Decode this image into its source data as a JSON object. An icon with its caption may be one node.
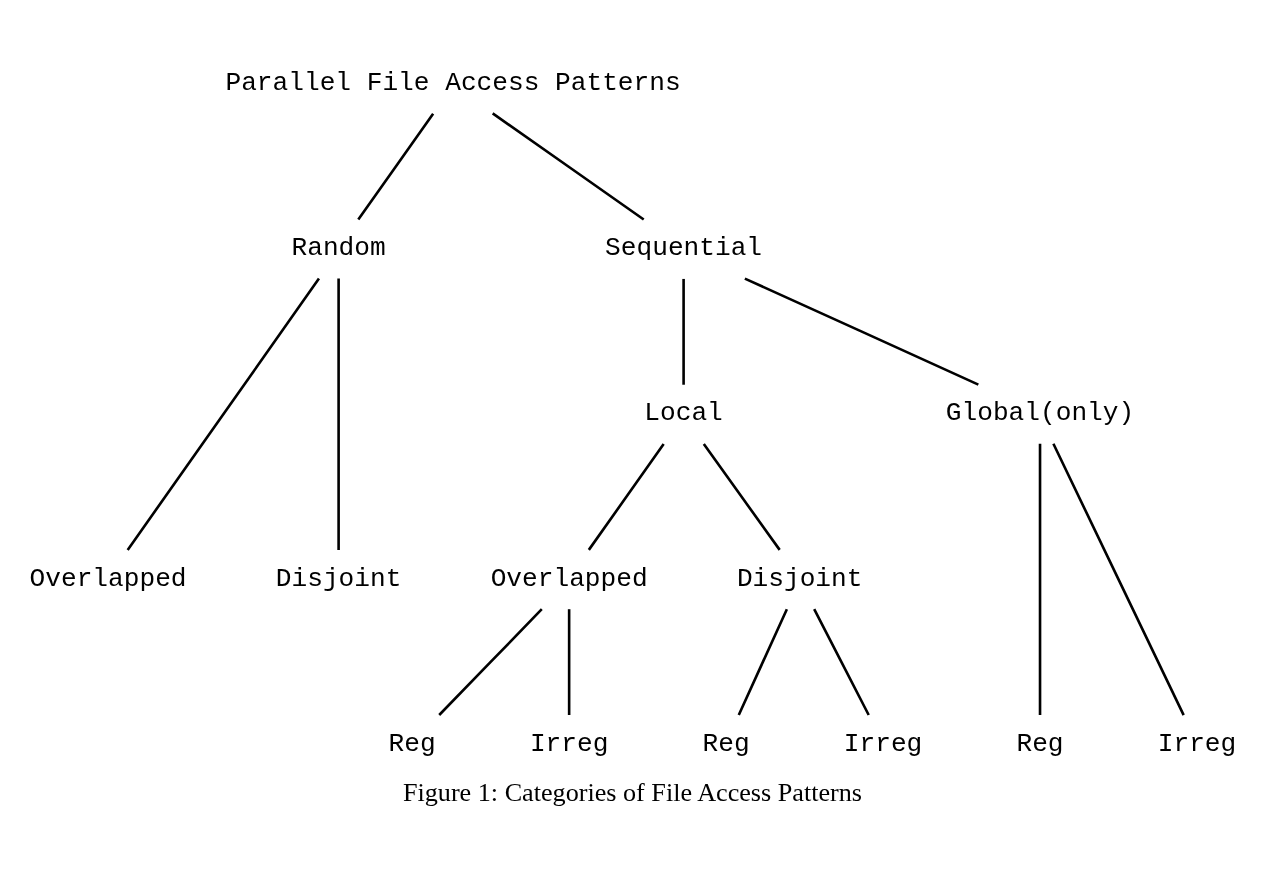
{
  "diagram": {
    "caption": "Figure 1: Categories of File Access Patterns",
    "nodes": [
      {
        "text": [
          "Parallel File Access Patterns"
        ]
      },
      {
        "text": [
          "Random"
        ]
      },
      {
        "text": [
          "Sequential"
        ]
      },
      {
        "text": [
          "Local"
        ]
      },
      {
        "text": [
          "Global(only)"
        ]
      },
      {
        "text": [
          "Overlapped"
        ]
      },
      {
        "text": [
          "Disjoint"
        ]
      },
      {
        "text": [
          "Overlapped"
        ]
      },
      {
        "text": [
          "Disjoint"
        ]
      },
      {
        "text": [
          "Reg"
        ]
      },
      {
        "text": [
          "Irreg"
        ]
      },
      {
        "text": [
          "Reg"
        ]
      },
      {
        "text": [
          "Irreg"
        ]
      },
      {
        "text": [
          "Reg"
        ]
      },
      {
        "text": [
          "Irreg"
        ]
      }
    ],
    "edges": [
      {
        "from": 0,
        "to": 1,
        "arrow": "none"
      },
      {
        "from": 0,
        "to": 2,
        "arrow": "none"
      },
      {
        "from": 1,
        "to": 5,
        "arrow": "none"
      },
      {
        "from": 1,
        "to": 6,
        "arrow": "none"
      },
      {
        "from": 2,
        "to": 3,
        "arrow": "none"
      },
      {
        "from": 2,
        "to": 4,
        "arrow": "none"
      },
      {
        "from": 3,
        "to": 7,
        "arrow": "none"
      },
      {
        "from": 3,
        "to": 8,
        "arrow": "none"
      },
      {
        "from": 4,
        "to": 13,
        "arrow": "none"
      },
      {
        "from": 4,
        "to": 14,
        "arrow": "none"
      },
      {
        "from": 7,
        "to": 9,
        "arrow": "none"
      },
      {
        "from": 7,
        "to": 10,
        "arrow": "none"
      },
      {
        "from": 8,
        "to": 11,
        "arrow": "none"
      },
      {
        "from": 8,
        "to": 12,
        "arrow": "none"
      }
    ]
  }
}
